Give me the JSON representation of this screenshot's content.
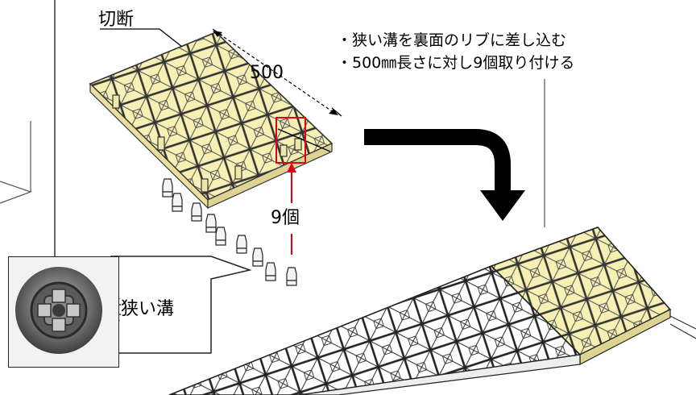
{
  "labels": {
    "cut": "切断",
    "length": "500",
    "count": "9個",
    "groove": "狭い溝"
  },
  "notes": [
    "・狭い溝を裏面のリブに差し込む",
    "・500㎜長さに対し9個取り付ける"
  ],
  "colors": {
    "tile_yellow": "#f6f0b4",
    "highlight_red": "#e0001b",
    "arrow_black": "#000000"
  }
}
